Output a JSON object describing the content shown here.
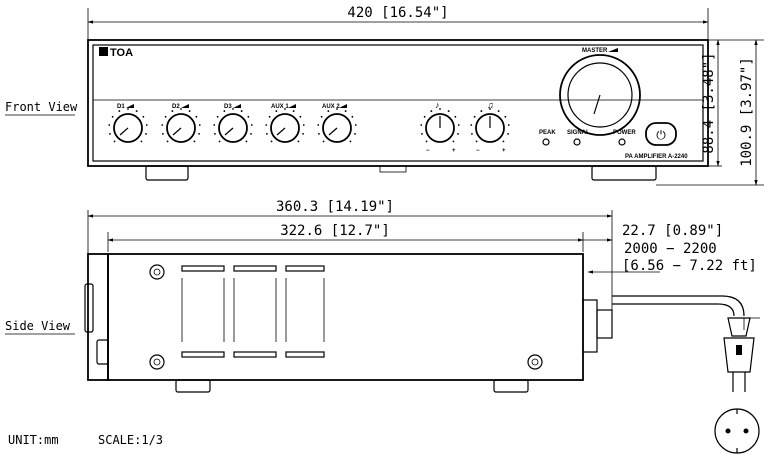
{
  "views": {
    "front": "Front View",
    "side": "Side View"
  },
  "dimensions": {
    "front_width": "420 [16.54\"]",
    "front_height_inner": "88.4 [3.48\"]",
    "front_height_outer": "100.9 [3.97\"]",
    "side_total_depth": "360.3 [14.19\"]",
    "side_body_depth": "322.6 [12.7\"]",
    "rear_protrusion": "22.7 [0.89\"]",
    "cord_length_mm": "2000 − 2200",
    "cord_length_ft": "[6.56 − 7.22 ft]"
  },
  "front_panel": {
    "brand": "TOA",
    "master_label": "MASTER",
    "knob_labels": [
      "D1",
      "D2",
      "D3",
      "AUX 1",
      "AUX 2"
    ],
    "tone_minus": "−",
    "tone_plus": "+",
    "indicators": [
      "PEAK",
      "SIGNAL",
      "POWER"
    ],
    "model": "PA  AMPLIFIER  A-2240"
  },
  "footer": {
    "unit": "UNIT:mm",
    "scale": "SCALE:1/3"
  }
}
